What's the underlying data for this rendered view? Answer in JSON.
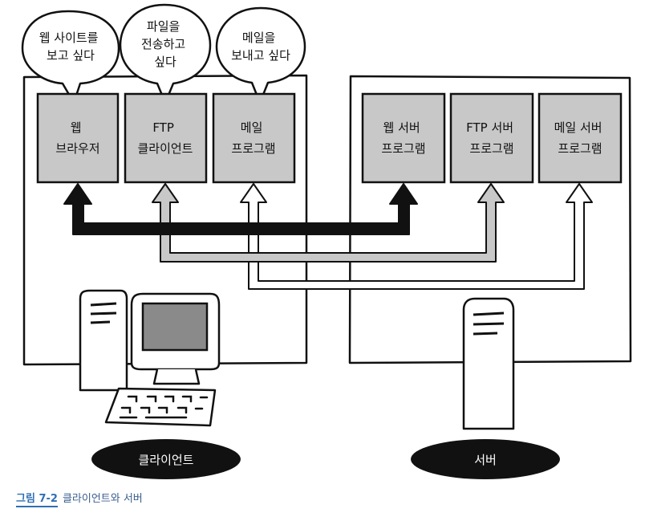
{
  "bubbles": {
    "web": [
      "웹 사이트를",
      "보고 싶다"
    ],
    "ftp": [
      "파일을",
      "전송하고",
      "싶다"
    ],
    "mail": [
      "메일을",
      "보내고 싶다"
    ]
  },
  "client_programs": [
    [
      "웹",
      "브라우저"
    ],
    [
      "FTP",
      "클라이언트"
    ],
    [
      "메일",
      "프로그램"
    ]
  ],
  "server_programs": [
    [
      "웹 서버",
      "프로그램"
    ],
    [
      "FTP 서버",
      "프로그램"
    ],
    [
      "메일 서버",
      "프로그램"
    ]
  ],
  "labels": {
    "client": "클라이언트",
    "server": "서버"
  },
  "caption": {
    "number": "그림 7-2",
    "text": "클라이언트와 서버"
  },
  "colors": {
    "box_fill": "#c8c8c8",
    "web_arrow": "#111111",
    "ftp_arrow": "#c8c8c8",
    "mail_arrow": "#ffffff",
    "label_fill": "#111111",
    "caption_accent": "#2f6fb3"
  }
}
